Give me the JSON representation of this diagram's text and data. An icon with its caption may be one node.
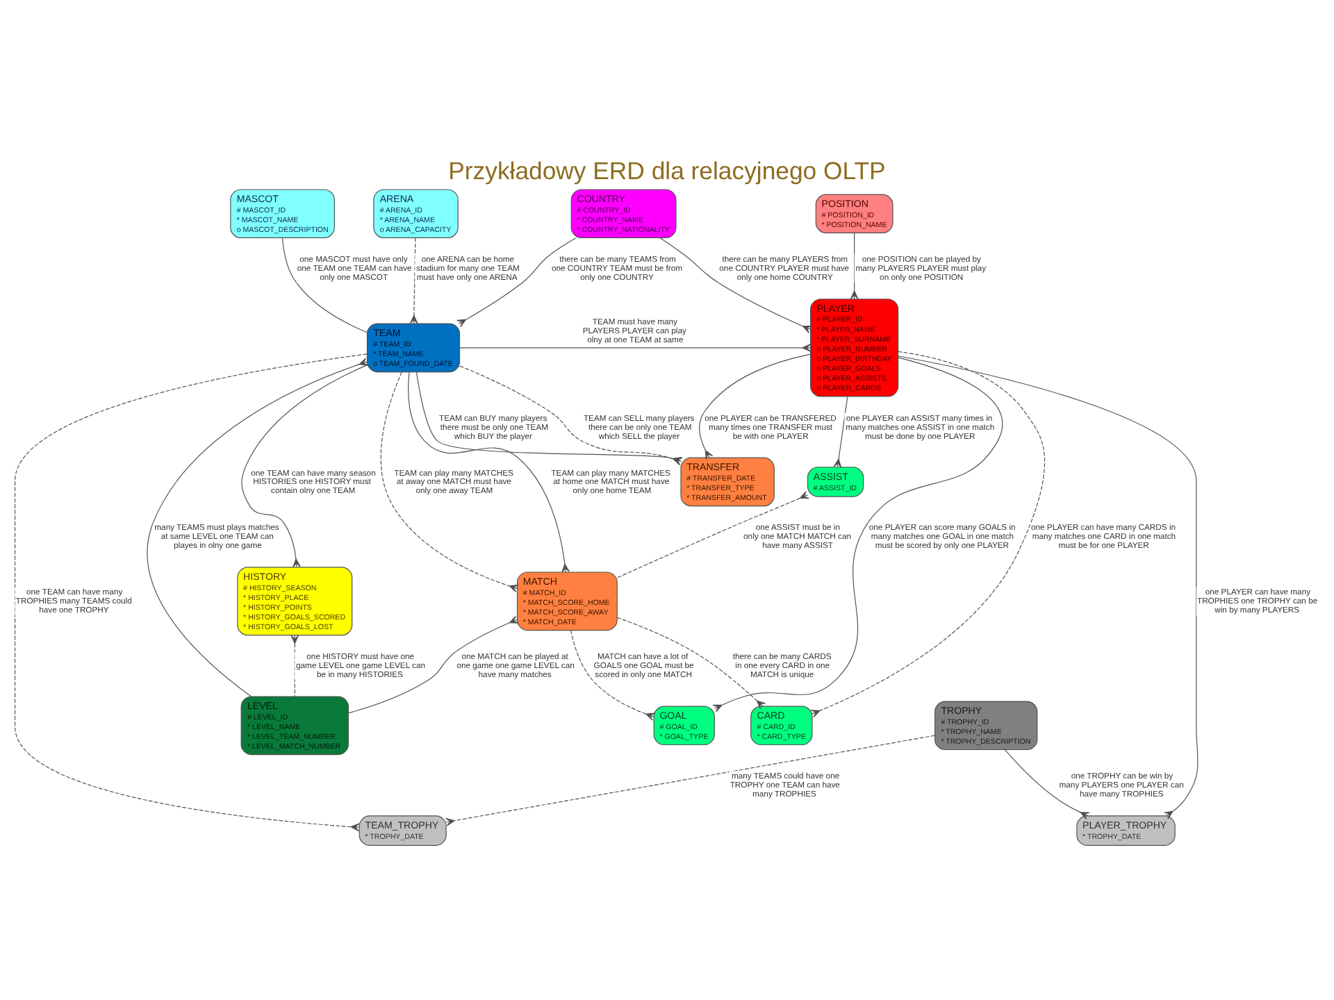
{
  "diagram": {
    "title": "Przykładowy ERD dla relacyjnego OLTP",
    "nodes": [
      {
        "text": [
          "MASCOT",
          "# MASCOT_ID",
          "* MASCOT_NAME",
          "o MASCOT_DESCRIPTION"
        ]
      },
      {
        "text": [
          "ARENA",
          "# ARENA_ID",
          "* ARENA_NAME",
          "o ARENA_CAPACITY"
        ]
      },
      {
        "text": [
          "COUNTRY",
          "# COUNTRY_ID",
          "* COUNTRY_NAME",
          "* COUNTRY_NATIONALITY"
        ]
      },
      {
        "text": [
          "POSITION",
          "# POSITION_ID",
          "* POSITION_NAME"
        ]
      },
      {
        "text": [
          "TEAM",
          "# TEAM_ID",
          "* TEAM_NAME",
          "o TEAM_FOUND_DATE"
        ]
      },
      {
        "text": [
          "PLAYER",
          "# PLAYER_ID",
          "* PLAYER_NAME",
          "* PLAYER_SURNAME",
          "o PLAYER_NUMBER",
          "o PLAYER_BIRTHDAY",
          "o PLAYER_GOALS",
          "o PLAYER_ASSISTS",
          "o PLAYER_CARDS"
        ]
      },
      {
        "text": [
          "TRANSFER",
          "# TRANSFER_DATE",
          "* TRANSFER_TYPE",
          "* TRANSFER_AMOUNT"
        ]
      },
      {
        "text": [
          "ASSIST",
          "# ASSIST_ID"
        ]
      },
      {
        "text": [
          "HISTORY",
          "# HISTORY_SEASON",
          "* HISTORY_PLACE",
          "* HISTORY_POINTS",
          "* HISTORY_GOALS_SCORED",
          "* HISTORY_GOALS_LOST"
        ]
      },
      {
        "text": [
          "MATCH",
          "# MATCH_ID",
          "* MATCH_SCORE_HOME",
          "* MATCH_SCORE_AWAY",
          "* MATCH_DATE"
        ]
      },
      {
        "text": [
          "GOAL",
          "# GOAL_ID",
          "* GOAL_TYPE"
        ]
      },
      {
        "text": [
          "CARD",
          "# CARD_ID",
          "* CARD_TYPE"
        ]
      },
      {
        "text": [
          "LEVEL",
          "# LEVEL_ID",
          "* LEVEL_NAME",
          "* LEVEL_TEAM_NUMBER",
          "* LEVEL_MATCH_NUMBER"
        ]
      },
      {
        "text": [
          "TROPHY",
          "# TROPHY_ID",
          "* TROPHY_NAME",
          "* TROPHY_DESCRIPTION"
        ]
      },
      {
        "text": [
          "PLAYER_TROPHY",
          "* TROPHY_DATE"
        ]
      },
      {
        "text": [
          "TEAM_TROPHY",
          "* TROPHY_DATE"
        ]
      }
    ],
    "edges": [
      {
        "from": 0,
        "to": 4,
        "arrow": "none",
        "label": "one MASCOT must have only one TEAM one TEAM can have only one MASCOT"
      },
      {
        "from": 1,
        "to": 4,
        "arrow": "other",
        "label": "one ARENA can be home stadium for many one TEAM must have only one ARENA",
        "style": "dashed"
      },
      {
        "from": 2,
        "to": 4,
        "arrow": "other",
        "label": "there can be many TEAMS from one COUNTRY TEAM must be from only one COUNTRY"
      },
      {
        "from": 2,
        "to": 5,
        "arrow": "other",
        "label": "there can be many PLAYERS from one COUNTRY PLAYER must have only one home COUNTRY"
      },
      {
        "from": 3,
        "to": 5,
        "arrow": "other",
        "label": "one POSITION can be played by many PLAYERS PLAYER must play on only one POSITION"
      },
      {
        "from": 4,
        "to": 5,
        "arrow": "other",
        "label": "TEAM must have many PLAYERS PLAYER can play olny at one TEAM at same"
      },
      {
        "from": 4,
        "to": 6,
        "arrow": "other",
        "label": "TEAM can SELL many players there can be only one TEAM which SELL the player",
        "style": "dashed"
      },
      {
        "from": 4,
        "to": 6,
        "arrow": "other",
        "label": "TEAM can BUY many players there must be only one TEAM which BUY the player"
      },
      {
        "from": 5,
        "to": 6,
        "arrow": "other",
        "label": "one PLAYER can be TRANSFERED many times one TRANSFER must be with one PLAYER"
      },
      {
        "from": 5,
        "to": 7,
        "arrow": "other",
        "label": "one PLAYER can ASSIST many times in many matches one ASSIST in one match must be done by one PLAYER"
      },
      {
        "from": 4,
        "to": 8,
        "arrow": "other",
        "label": "one TEAM can have many season HISTORIES one HISTORY must contain olny one TEAM"
      },
      {
        "from": 4,
        "to": 9,
        "arrow": "other",
        "label": "TEAM can play many MATCHES at home one MATCH must have only one home TEAM"
      },
      {
        "from": 4,
        "to": 9,
        "arrow": "other",
        "label": "TEAM can play many MATCHES at away one MATCH must have only one away TEAM",
        "style": "dashed"
      },
      {
        "from": 7,
        "to": 9,
        "arrow": "other",
        "label": "one ASSIST must be in only one MATCH MATCH can have many ASSIST",
        "style": "dashed"
      },
      {
        "from": 4,
        "to": 12,
        "arrow": "other",
        "label": "many TEAMS must plays matches at same LEVEL one TEAM can playes in olny one game"
      },
      {
        "from": 5,
        "to": 10,
        "arrow": "other",
        "label": "one PLAYER can score many GOALS in many matches one GOAL in one match must be scored by only one PLAYER"
      },
      {
        "from": 9,
        "to": 10,
        "arrow": "other",
        "label": "MATCH can have a lot of GOALS one GOAL must be scored in only one MATCH",
        "style": "dashed"
      },
      {
        "from": 5,
        "to": 11,
        "arrow": "other",
        "label": "one PLAYER can have many CARDS in many matches one CARD in one match must be for one PLAYER",
        "style": "dashed"
      },
      {
        "from": 9,
        "to": 11,
        "arrow": "other",
        "label": "there can be many CARDS in one every CARD in one MATCH is unique",
        "style": "dashed"
      },
      {
        "from": 8,
        "to": 12,
        "arrow": "other",
        "label": "one HISTORY must have one game LEVEL one game LEVEL can be in many HISTORIES",
        "style": "dashed"
      },
      {
        "from": 9,
        "to": 12,
        "arrow": "other",
        "label": "one MATCH can be played at one game one game LEVEL can have many matches"
      },
      {
        "from": 4,
        "to": 15,
        "arrow": "other",
        "label": "one TEAM can have many TROPHIES many TEAMS could have one TROPHY",
        "style": "dashed"
      },
      {
        "from": 13,
        "to": 15,
        "arrow": "other",
        "label": "many TEAMS could have one TROPHY one TEAM can have many TROPHIES",
        "style": "dashed"
      },
      {
        "from": 5,
        "to": 14,
        "arrow": "other",
        "label": "one PLAYER can have many TROPHIES one TROPHY can be win by many PLAYERS"
      },
      {
        "from": 13,
        "to": 14,
        "arrow": "other",
        "label": "one TROPHY can be win by many PLAYERS one PLAYER can have many TROPHIES"
      }
    ]
  }
}
